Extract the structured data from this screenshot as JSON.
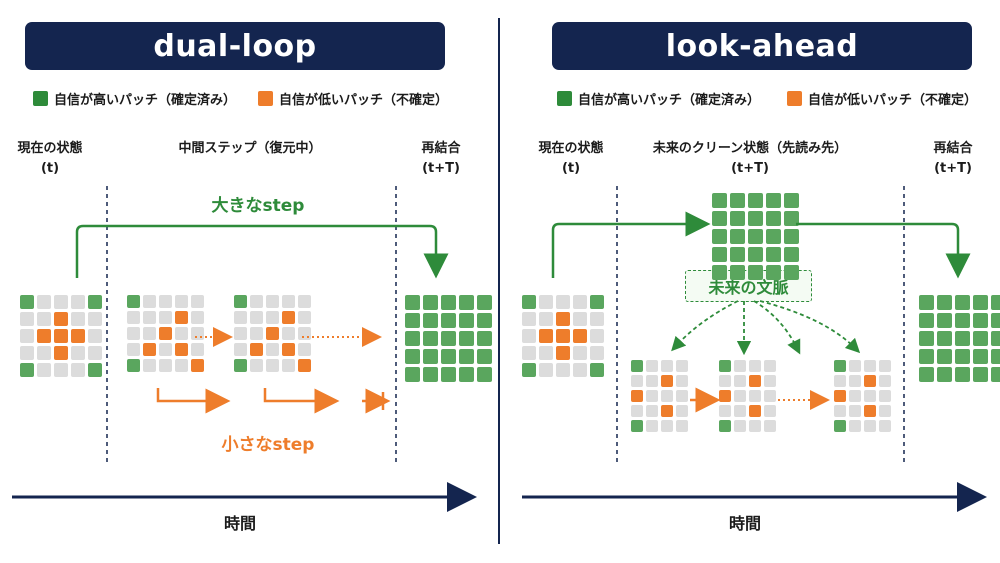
{
  "colors": {
    "navy": "#14254f",
    "green": "#5aa65e",
    "green_dark": "#2e8b3a",
    "orange": "#ee7d2b",
    "gray": "#dcdcdc"
  },
  "left": {
    "title": "dual-loop",
    "legend_high": "自信が高いパッチ（確定済み）",
    "legend_low": "自信が低いパッチ（不確定）",
    "header_current": "現在の状態",
    "header_current_t": "(t)",
    "header_middle": "中間ステップ（復元中）",
    "header_recombine": "再結合",
    "header_recombine_t": "(t+T)",
    "big_step_label": "大きなstep",
    "small_step_label": "小さなstep",
    "time_label": "時間"
  },
  "right": {
    "title": "look-ahead",
    "legend_high": "自信が高いパッチ（確定済み）",
    "legend_low": "自信が低いパッチ（不確定）",
    "header_current": "現在の状態",
    "header_current_t": "(t)",
    "header_future": "未来のクリーン状態（先読み先）",
    "header_future_t": "(t+T)",
    "header_recombine": "再結合",
    "header_recombine_t": "(t+T)",
    "context_label": "未来の文脈",
    "time_label": "時間"
  }
}
